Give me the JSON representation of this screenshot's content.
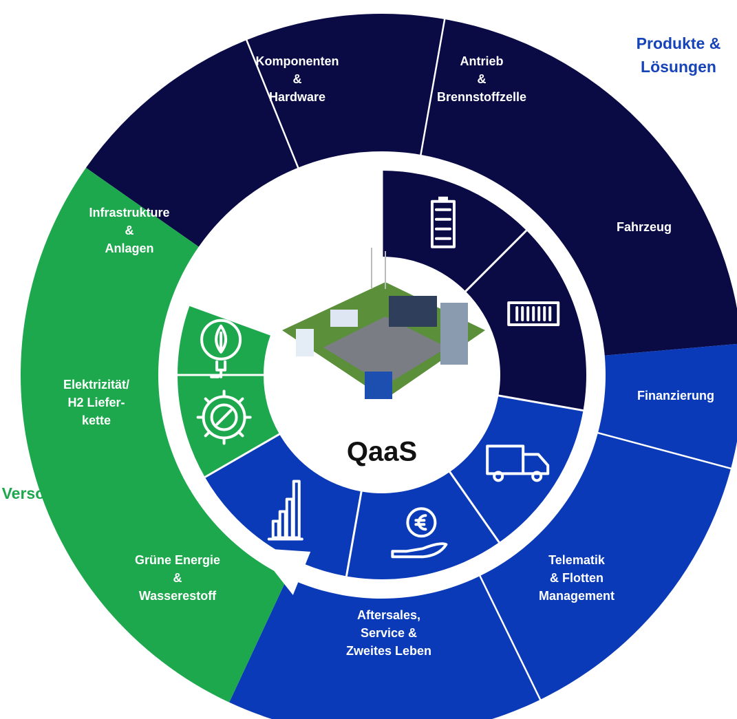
{
  "colors": {
    "products": "#0a0b45",
    "services": "#0a3ab7",
    "energy": "#1ea84e",
    "hub": "#ffffff",
    "hub_text": "#111111",
    "title_products": "#1743b8",
    "title_energy": "#1ea84e"
  },
  "titles": {
    "products": "Produkte & Lösungen",
    "energy": "Versorgung mit Sauberer Energy"
  },
  "hub": {
    "label": "QaaS",
    "illustration": "smart-depot-illustration"
  },
  "segments": [
    {
      "id": "komponenten",
      "group": "products",
      "lines": [
        "Komponenten",
        "&",
        "Hardware"
      ],
      "inner_icon": "battery-icon"
    },
    {
      "id": "antrieb",
      "group": "products",
      "lines": [
        "Antrieb",
        "&",
        "Brennstoffzelle"
      ],
      "inner_icon": "fuel-cell-stack-icon"
    },
    {
      "id": "fahrzeug",
      "group": "products",
      "lines": [
        "Fahrzeug"
      ],
      "inner_icon": "truck-icon"
    },
    {
      "id": "finanzierung",
      "group": "services",
      "lines": [
        "Finanzierung"
      ],
      "inner_icon": "euro-hand-icon"
    },
    {
      "id": "telematik",
      "group": "services",
      "lines": [
        "Telematik",
        "& Flotten",
        "Management"
      ],
      "inner_icon": "bar-chart-icon"
    },
    {
      "id": "aftersales",
      "group": "services",
      "lines": [
        "Aftersales,",
        "Service &",
        "Zweites Leben"
      ],
      "inner_icon": "gear-wrench-icon"
    },
    {
      "id": "gruene-energie",
      "group": "energy",
      "lines": [
        "Grüne Energie",
        "&",
        "Wasserestoff"
      ],
      "inner_icon": "leaf-plug-icon"
    },
    {
      "id": "lieferkette",
      "group": "energy",
      "lines": [
        "Elektrizität/",
        "H2 Liefer-",
        "kette"
      ],
      "inner_icon": "supply-chain-icon"
    },
    {
      "id": "infrastruktur",
      "group": "energy",
      "lines": [
        "Infrastrukture",
        "&",
        "Anlagen"
      ],
      "inner_icon": "h2-tanks-icon"
    }
  ]
}
